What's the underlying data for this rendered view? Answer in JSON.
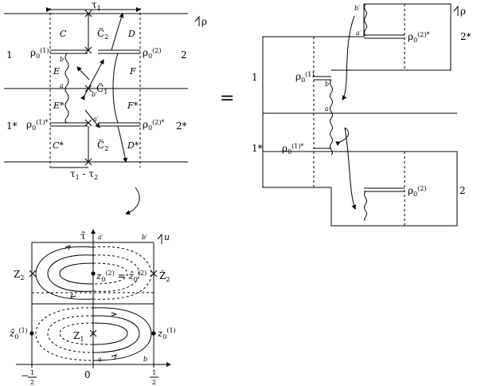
{
  "left_panel": {
    "tau_top": "τ",
    "tau_top_sub": "1",
    "tau_bottom_a": "τ",
    "tau_bottom_a_sub": "1",
    "tau_bottom_dash": " - τ",
    "tau_bottom_b_sub": "2",
    "rho": "ρ",
    "side_left_top": "1",
    "side_right_top": "2",
    "side_left_bottom": "1*",
    "side_right_bottom": "2*",
    "region_C": "C",
    "region_D": "D",
    "region_E": "E",
    "region_F": "F",
    "region_Estar": "E*",
    "region_Fstar": "F*",
    "region_Cstar": "C*",
    "region_Dstar": "D*",
    "ctilde2_top": "C̃",
    "ctilde2_top_sub": "2",
    "ctilde1": "C̃",
    "ctilde1_sub": "1",
    "ctilde2_bottom": "C̃",
    "ctilde2_bottom_sub": "2",
    "pt_a": "a",
    "pt_b": "b",
    "pt_aprime": "a′",
    "pt_bprime": "b′",
    "rho01": "ρ",
    "rho01_sub": "0",
    "rho01_sup": "(1)",
    "rho02": "ρ",
    "rho02_sub": "0",
    "rho02_sup": "(2)",
    "rho01s": "ρ",
    "rho01s_sub": "0",
    "rho01s_sup": "(1)*",
    "rho02s": "ρ",
    "rho02s_sub": "0",
    "rho02s_sup": "(2)*"
  },
  "equals_sign": "=",
  "right_panel": {
    "rho": "ρ",
    "label_2star": "2*",
    "label_1": "1",
    "label_1star": "1*",
    "label_2": "2",
    "pt_bprime": "b′",
    "pt_aprime": "a′",
    "pt_b": "b",
    "pt_a": "a",
    "rho02s": "ρ",
    "rho02s_sub": "0",
    "rho02s_sup": "(2)*",
    "rho01": "ρ",
    "rho01_sub": "0",
    "rho01_sup": "(1)",
    "rho01s": "ρ",
    "rho01s_sub": "0",
    "rho01s_sup": "(1)*",
    "rho02": "ρ",
    "rho02_sub": "0",
    "rho02_sup": "(2)"
  },
  "bottom_panel": {
    "tau_axis": "τ̃",
    "u_label": "u",
    "pt_aprime": "a′",
    "pt_bprime": "b′",
    "pt_a": "a",
    "pt_b": "b",
    "Z2": "Z",
    "Z2_sub": "2",
    "Z1": "Z",
    "Z1_sub": "1",
    "z02_eq": "z",
    "z02_eq_sub": "0",
    "z02_eq_sup": "(2)",
    "eq_mid": " = ",
    "z02_hat": "ẑ",
    "z02_hat_sub": "0",
    "z02_hat_sup": "(2)",
    "Zhat2": "Ẑ",
    "Zhat2_sub": "2",
    "z01_hat": "ẑ",
    "z01_hat_sub": "0",
    "z01_hat_sup": "(1)",
    "z01": "z",
    "z01_sub": "0",
    "z01_sup": "(1)",
    "tick_minus": "−",
    "tick_half_num": "1",
    "tick_half_den": "2",
    "tick_zero": "0",
    "tick_half_num_r": "1",
    "tick_half_den_r": "2"
  }
}
